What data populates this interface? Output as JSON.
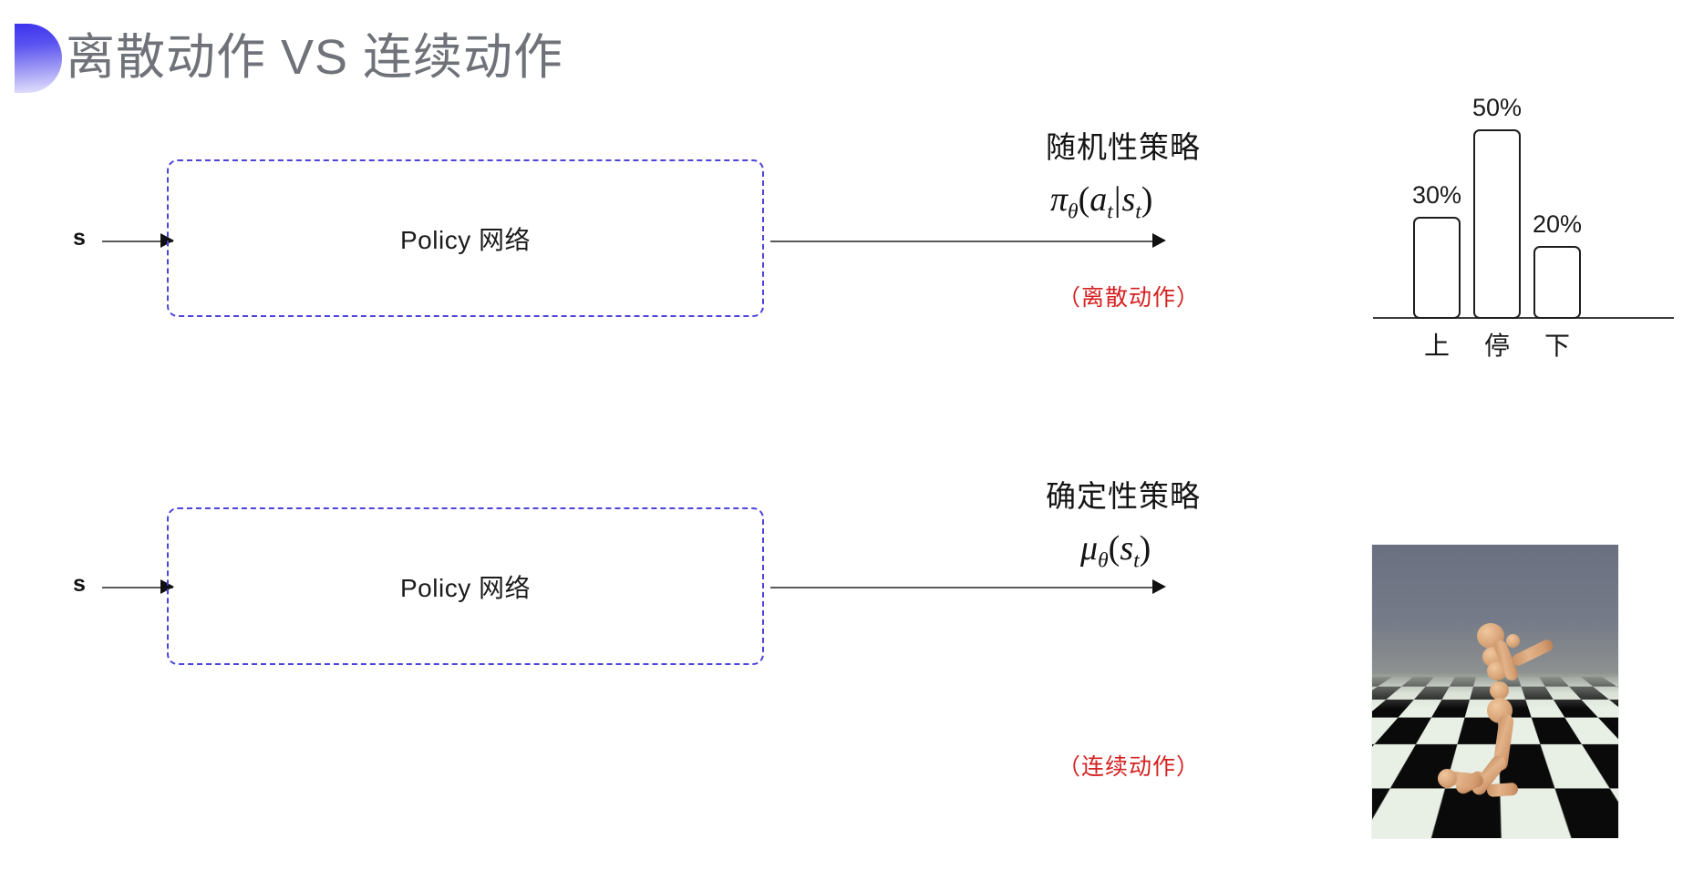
{
  "slide": {
    "title": "离散动作 VS 连续动作",
    "background_color": "#ffffff",
    "title_color": "#6f7278",
    "accent_color": "#3b33ee",
    "note_color": "#d52020",
    "box_border_color": "#4b44d8"
  },
  "rows": [
    {
      "id": "discrete",
      "state_label": "s",
      "policy_box_label": "Policy 网络",
      "policy_name": "随机性策略",
      "formula": {
        "head": "π",
        "head_sub": "θ",
        "open": "(",
        "arg1": "a",
        "arg1_sub": "t",
        "separator": "|",
        "arg2": "s",
        "arg2_sub": "t",
        "close": ")",
        "plain": "π_θ(a_t|s_t)"
      },
      "action_note": "（离散动作）"
    },
    {
      "id": "continuous",
      "state_label": "s",
      "policy_box_label": "Policy 网络",
      "policy_name": "确定性策略",
      "formula": {
        "head": "μ",
        "head_sub": "θ",
        "open": "(",
        "arg1": "s",
        "arg1_sub": "t",
        "separator": "",
        "arg2": "",
        "arg2_sub": "",
        "close": ")",
        "plain": "μ_θ(s_t)"
      },
      "action_note": "（连续动作）"
    }
  ],
  "chart_data": {
    "type": "bar",
    "title": "",
    "xlabel": "",
    "ylabel": "",
    "categories": [
      "上",
      "停",
      "下"
    ],
    "values": [
      30,
      50,
      20
    ],
    "value_labels": [
      "30%",
      "50%",
      "20%"
    ],
    "ylim": [
      0,
      60
    ],
    "grid": false,
    "legend": "none",
    "bar_fill": "#ffffff",
    "bar_stroke": "#1d1d1d"
  },
  "humanoid": {
    "caption": "",
    "alt": "MuJoCo humanoid kneeling on a black and white checkerboard floor under a gray sky"
  },
  "icons": {
    "title_bullet": "half-circle-gradient-icon",
    "arrow": "arrow-right-icon"
  }
}
